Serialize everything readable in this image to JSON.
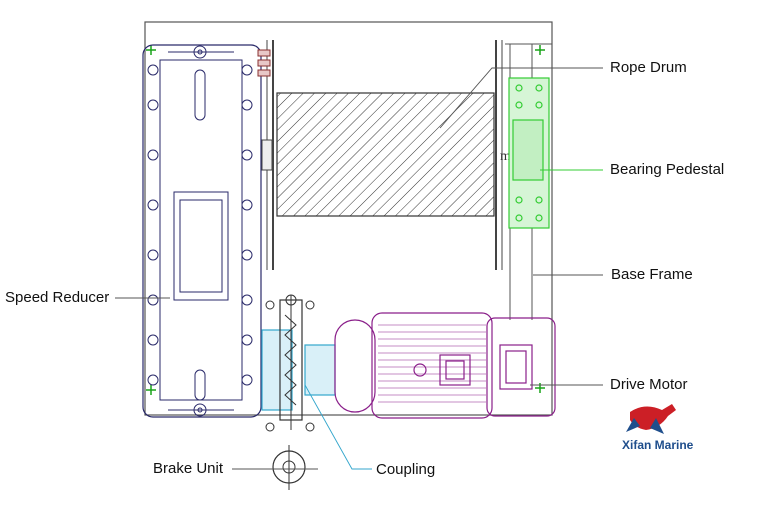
{
  "labels": {
    "rope_drum": "Rope Drum",
    "bearing_pedestal": "Bearing Pedestal",
    "base_frame": "Base Frame",
    "speed_reducer": "Speed Reducer",
    "drive_motor": "Drive Motor",
    "brake_unit": "Brake Unit",
    "coupling": "Coupling"
  },
  "logo": {
    "text": "Xifan Marine"
  },
  "colors": {
    "line": "#333333",
    "outline": "#555555",
    "reducer": "#2a2a6a",
    "motor": "#8a1f8a",
    "bearing": "#33cc33",
    "coupling": "#33a6cc",
    "drum_flange": "#8a3030",
    "frame_marker": "#19a319",
    "logo_red": "#cc1f26",
    "logo_blue": "#1f4e8c"
  }
}
